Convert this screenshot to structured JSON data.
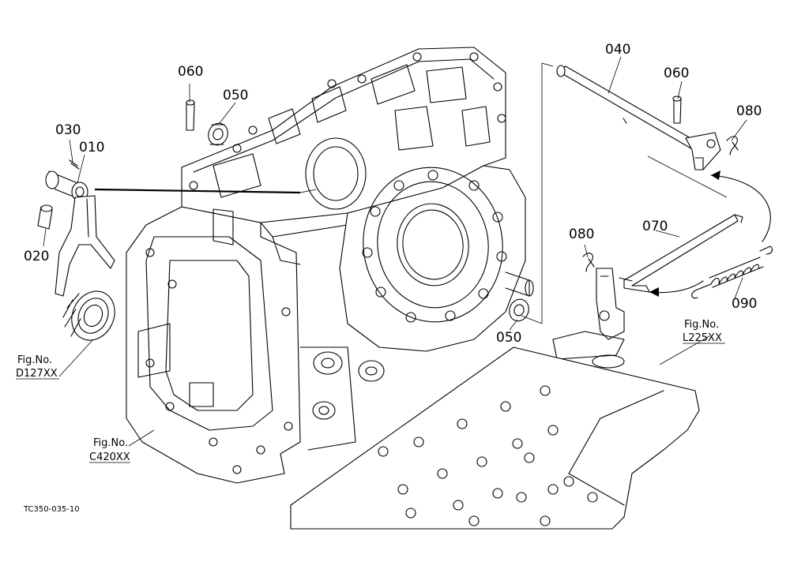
{
  "callouts": {
    "c010": "010",
    "c020": "020",
    "c030": "030",
    "c040": "040",
    "c050a": "050",
    "c050b": "050",
    "c060a": "060",
    "c060b": "060",
    "c070": "070",
    "c080a": "080",
    "c080b": "080",
    "c090": "090"
  },
  "figrefs": {
    "d127": {
      "line1": "Fig.No.",
      "line2": "D127XX"
    },
    "c420": {
      "line1": "Fig.No.",
      "line2": "C420XX"
    },
    "l225": {
      "line1": "Fig.No.",
      "line2": "L225XX"
    }
  },
  "drawing_code": "TC350-035-10"
}
